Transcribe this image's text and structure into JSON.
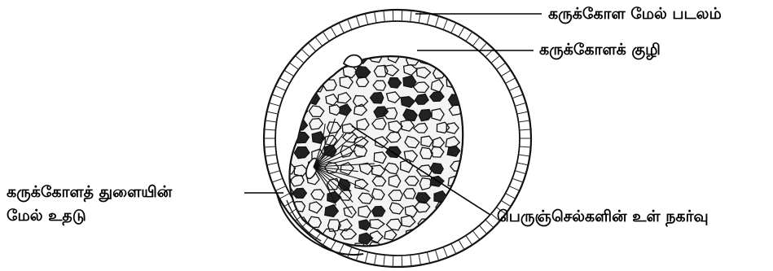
{
  "diagram": {
    "labels": {
      "membrane": "கருக்கோள மேல் படலம்",
      "cavity": "கருக்கோளக் குழி",
      "blastopore_lip_line1": "கருக்கோளத்  துளையின்",
      "blastopore_lip_line2": "மேல் உதடு",
      "invagination": "பெருஞ்செல்களின் உள் நகர்வு"
    }
  }
}
